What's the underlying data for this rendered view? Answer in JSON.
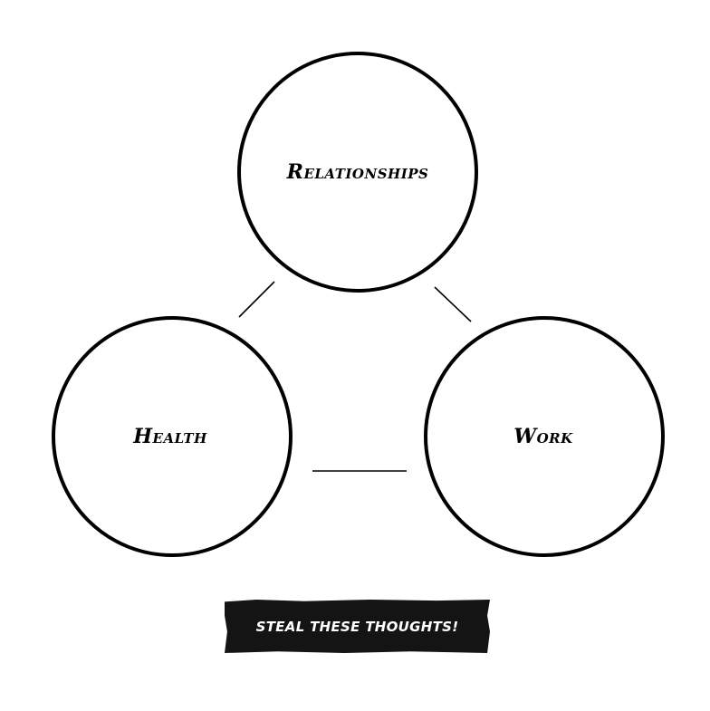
{
  "nodes": [
    {
      "id": "relationships",
      "label": "Relationships"
    },
    {
      "id": "health",
      "label": "Health"
    },
    {
      "id": "work",
      "label": "Work"
    }
  ],
  "edges": [
    {
      "from": "relationships",
      "to": "health"
    },
    {
      "from": "relationships",
      "to": "work"
    },
    {
      "from": "health",
      "to": "work"
    }
  ],
  "cta": {
    "label": "STEAL THESE THOUGHTS!"
  },
  "colors": {
    "stroke": "#000000",
    "banner_bg": "#141414",
    "banner_text": "#ffffff"
  }
}
